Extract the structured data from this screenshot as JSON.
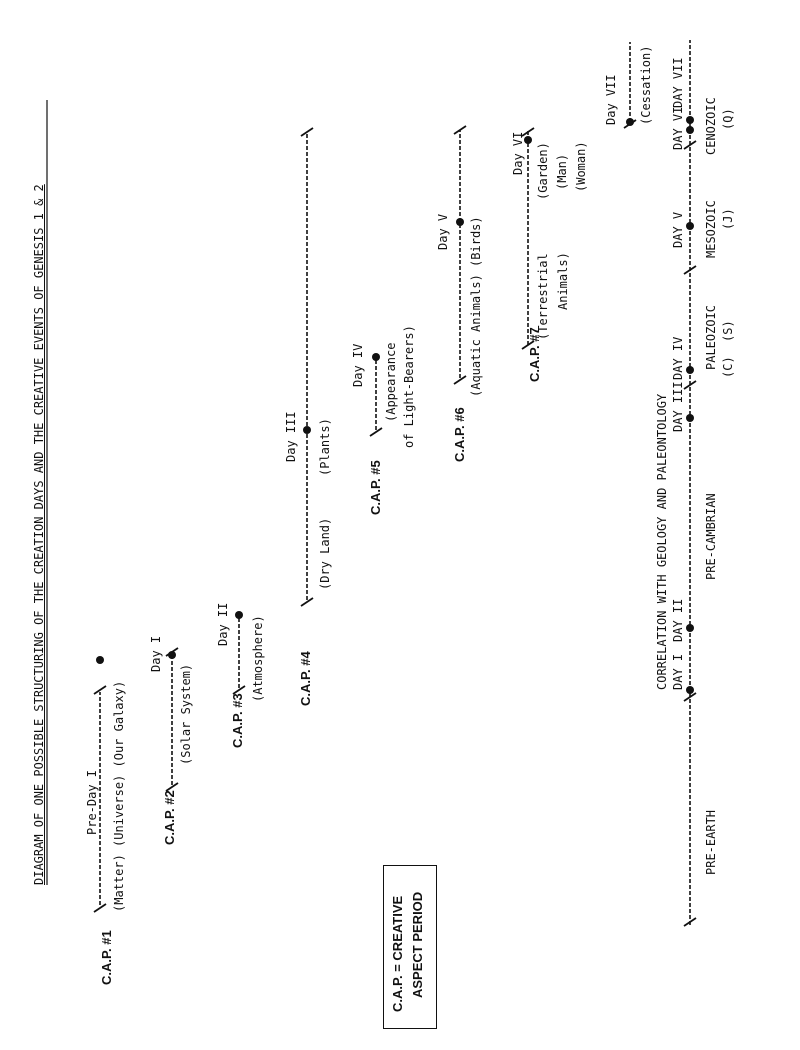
{
  "title": "DIAGRAM OF ONE POSSIBLE STRUCTURING OF THE CREATION DAYS AND THE CREATIVE EVENTS OF GENESIS 1 & 2",
  "legend": {
    "line1": "C.A.P. = CREATIVE",
    "line2": "ASPECT PERIOD"
  },
  "rows": [
    {
      "label": "C.A.P. #1",
      "day": "Pre-Day I",
      "events": [
        "(Matter) (Universe) (Our Galaxy)"
      ]
    },
    {
      "label": "C.A.P.  #2",
      "day": "Day I",
      "events": [
        "(Solar System)"
      ]
    },
    {
      "label": "C.A.P. #3",
      "day": "Day II",
      "events": [
        "(Atmosphere)"
      ]
    },
    {
      "label": "C.A.P.  #4",
      "day": "Day III",
      "events": [
        "(Dry Land)",
        "(Plants)"
      ]
    },
    {
      "label": "C.A.P. #5",
      "day": "Day IV",
      "events": [
        "(Appearance",
        "of Light-Bearers)"
      ]
    },
    {
      "label": "C.A.P. #6",
      "day": "Day V",
      "events": [
        "(Aquatic Animals) (Birds)"
      ]
    },
    {
      "label": "C.A.P. #7",
      "day": "Day VI",
      "events": [
        "(Terrestrial",
        "Animals)",
        "(Garden)",
        "(Man)",
        "(Woman)"
      ]
    },
    {
      "label": "",
      "day": "Day VII",
      "events": [
        "(Cessation)"
      ]
    }
  ],
  "correlation": {
    "heading": "CORRELATION WITH GEOLOGY AND PALEONTOLOGY",
    "day_marks": [
      "DAY I",
      "DAY II",
      "DAY III",
      "DAY IV",
      "DAY V",
      "DAY VI",
      "DAY VII"
    ],
    "eras": [
      "PRE-EARTH",
      "PRE-CAMBRIAN",
      "PALEOZOIC",
      "MESOZOIC",
      "CENOZOIC"
    ],
    "era_codes": [
      "(C)",
      "(S)",
      "(J)",
      "(Q)"
    ]
  }
}
